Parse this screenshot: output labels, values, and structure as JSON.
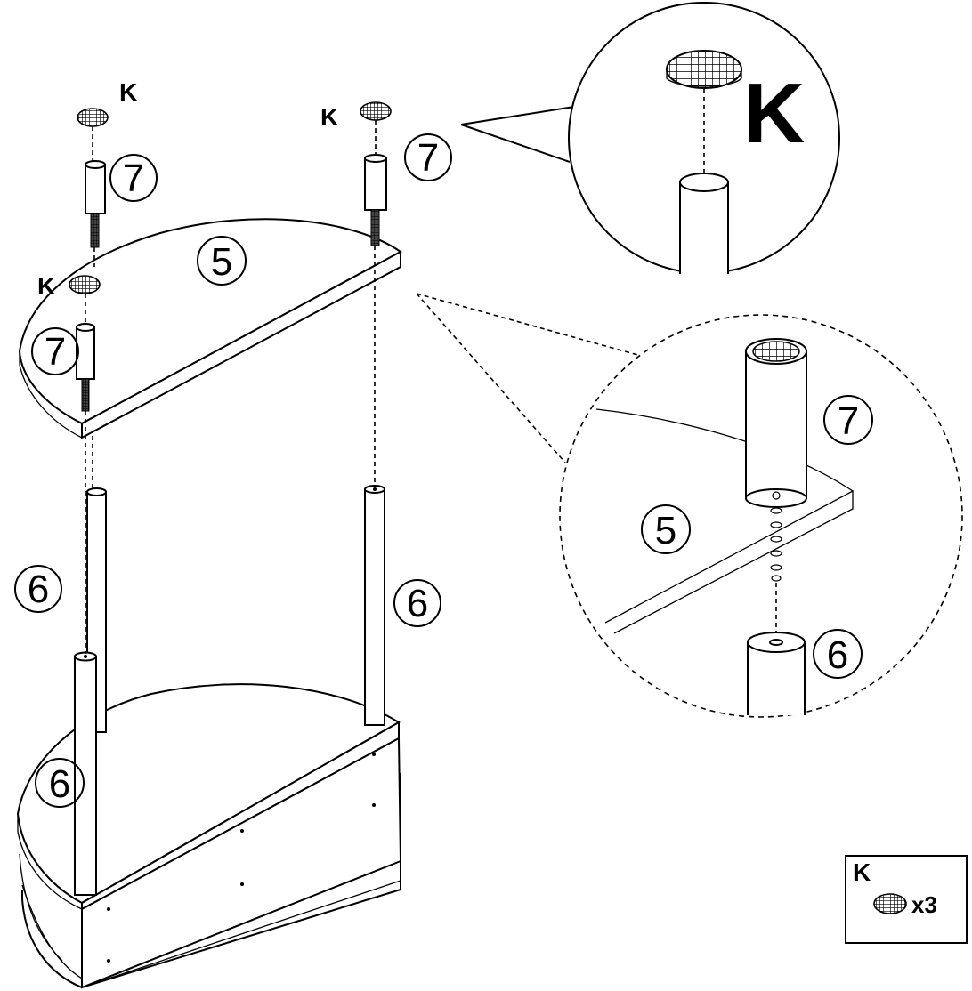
{
  "parts": {
    "top_shelf": "5",
    "post": "6",
    "short_post": "7",
    "cap": "K"
  },
  "legend": {
    "letter": "K",
    "quantity": "x3"
  },
  "colors": {
    "ink": "#000000",
    "paper": "#ffffff"
  },
  "icons": [
    "mesh-cap-icon"
  ]
}
